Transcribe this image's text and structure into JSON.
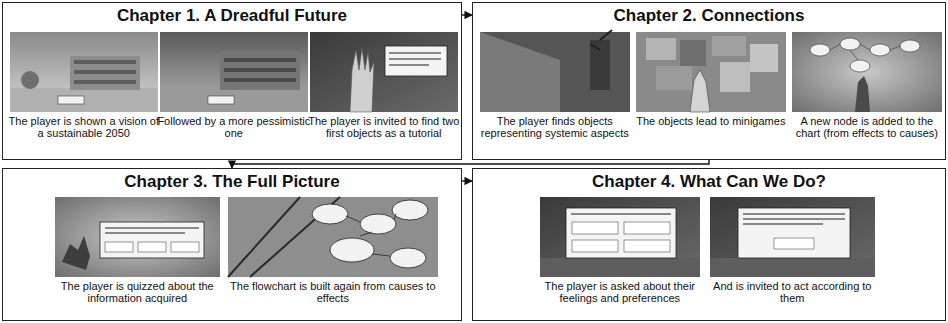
{
  "diagram": {
    "nodes": [
      {
        "text": [
          "Chapter 1. A Dreadful Future"
        ]
      },
      {
        "text": [
          "The player is shown a vision of a sustainable 2050"
        ],
        "in": 0
      },
      {
        "text": [
          "Followed by a more pessimistic one"
        ],
        "in": 0
      },
      {
        "text": [
          "The player is invited to find two first objects as a tutorial"
        ],
        "in": 0
      },
      {
        "text": [
          "Chapter 2. Connections"
        ]
      },
      {
        "text": [
          "The player finds objects representing systemic aspects"
        ],
        "in": 4
      },
      {
        "text": [
          "The objects lead to minigames"
        ],
        "in": 4
      },
      {
        "text": [
          "A new node is added to the chart (from effects to causes)"
        ],
        "in": 4
      },
      {
        "text": [
          "Chapter 3. The Full Picture"
        ]
      },
      {
        "text": [
          "The player is quizzed about the information acquired"
        ],
        "in": 8
      },
      {
        "text": [
          "The flowchart is built again from causes to effects"
        ],
        "in": 8
      },
      {
        "text": [
          "Chapter 4. What Can We Do?"
        ]
      },
      {
        "text": [
          "The player is asked about their feelings and preferences"
        ],
        "in": 11
      },
      {
        "text": [
          "And is invited to act according to them"
        ],
        "in": 11
      }
    ],
    "edges": [
      {
        "from": 0,
        "to": 4,
        "arrow": "to"
      },
      {
        "from": 4,
        "to": 8,
        "arrow": "to"
      },
      {
        "from": 8,
        "to": 11,
        "arrow": "to"
      }
    ]
  }
}
